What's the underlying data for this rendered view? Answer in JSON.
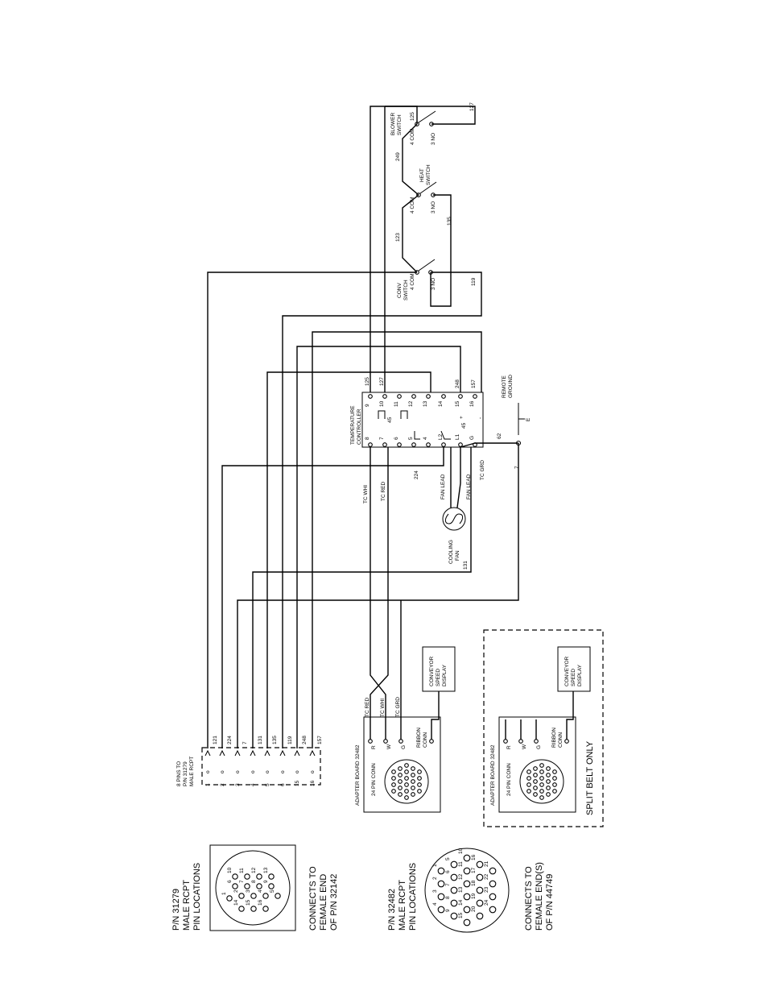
{
  "left_legend": {
    "p31279_lines": [
      "P/N 31279",
      "MALE RCPT",
      "PIN LOCATIONS"
    ],
    "connects_a_lines": [
      "CONNECTS TO",
      "FEMALE END",
      "OF P/N 32142"
    ],
    "p31279_pins": [
      "1",
      "2",
      "3",
      "4",
      "5",
      "6",
      "7",
      "8",
      "9",
      "10",
      "11",
      "12",
      "13",
      "14",
      "15",
      "16"
    ],
    "p32482_lines": [
      "P/N 32482",
      "MALE RCPT",
      "PIN LOCATIONS"
    ],
    "connects_b_lines": [
      "CONNECTS TO",
      "FEMALE END(S)",
      "OF P/N 44749"
    ],
    "p32482_pins": [
      "1",
      "2",
      "3",
      "4",
      "5",
      "6",
      "7",
      "8",
      "9",
      "10",
      "11",
      "12",
      "13",
      "14",
      "15",
      "16",
      "17",
      "18",
      "19",
      "20",
      "21",
      "22",
      "23",
      "24"
    ]
  },
  "pin_header": {
    "title_lines": [
      "8 PINS TO",
      "P/N 31279",
      "MALE RCPT"
    ],
    "pins": [
      "1",
      "2",
      "3",
      "4",
      "5",
      "6",
      "15",
      "16"
    ],
    "wires": [
      "121",
      "224",
      "7",
      "131",
      "135",
      "119",
      "248",
      "157"
    ]
  },
  "adapter": {
    "title": "ADAPTER BOARD 32482",
    "conn_label": "24 PIN CONN",
    "terms": [
      "R",
      "W",
      "G"
    ],
    "ribbon": [
      "RIBBON",
      "CONN"
    ],
    "tc_labels": [
      "TC RED",
      "TC WHI",
      "TC GRD"
    ]
  },
  "speed_display": [
    "CONVEYOR",
    "SPEED",
    "DISPLAY"
  ],
  "split_belt": "SPLIT BELT ONLY",
  "controller": {
    "title_lines": [
      "TEMPERATURE",
      "CONTROLLER"
    ],
    "top_terms": [
      "8",
      "7",
      "6",
      "5",
      "4",
      "L2",
      "L1",
      "G"
    ],
    "bottom_terms": [
      "9",
      "10",
      "11",
      "12",
      "13",
      "14",
      "15",
      "16"
    ],
    "polarity": [
      "+",
      "-"
    ],
    "internal": "45"
  },
  "wire_labels": {
    "tc_whi": "TC WHI",
    "tc_red": "TC RED",
    "tc_grd": "TC GRD",
    "fan_lead": "FAN LEAD",
    "w224": "224",
    "w45": "45",
    "w62": "62",
    "w7": "7",
    "w125": "125",
    "w127": "127",
    "w248": "248",
    "w157": "157",
    "w131": "131"
  },
  "cooling_fan": [
    "COOLING",
    "FAN"
  ],
  "remote_ground": [
    "REMOTE",
    "GROUND"
  ],
  "ground_mark": "E",
  "switches": {
    "conv": [
      "CONV",
      "SWITCH"
    ],
    "heat": [
      "HEAT",
      "SWITCH"
    ],
    "blower": [
      "BLOWER",
      "SWITCH"
    ],
    "com": "4 COM",
    "no": "3 NO",
    "w119": "119",
    "w123": "123",
    "w135": "135",
    "w249": "249",
    "w125": "125",
    "w127": "127"
  }
}
